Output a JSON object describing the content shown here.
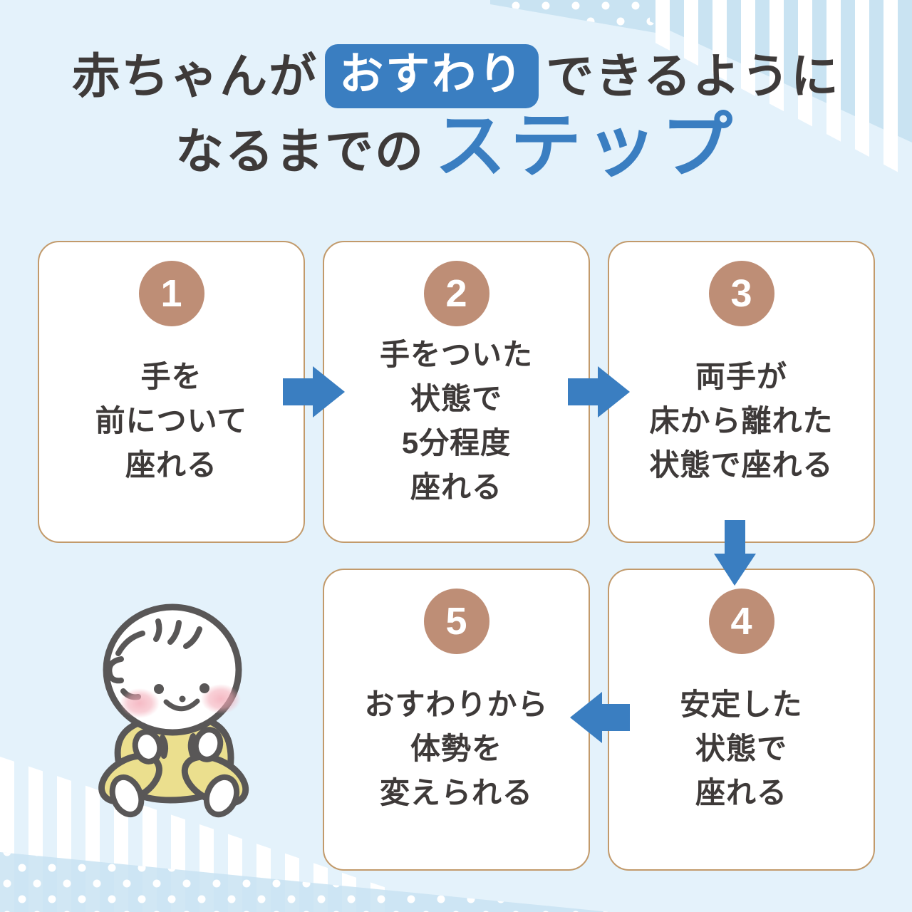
{
  "title": {
    "line1_prefix": "赤ちゃんが",
    "badge": "おすわり",
    "line1_suffix": "できるように",
    "line2_prefix": "なるまでの",
    "line2_highlight": "ステップ"
  },
  "steps": [
    {
      "number": "1",
      "lines": [
        "手を",
        "前について",
        "座れる"
      ]
    },
    {
      "number": "2",
      "lines": [
        "手をついた",
        "状態で",
        "5分程度",
        "座れる"
      ]
    },
    {
      "number": "3",
      "lines": [
        "両手が",
        "床から離れた",
        "状態で座れる"
      ]
    },
    {
      "number": "4",
      "lines": [
        "安定した",
        "状態で",
        "座れる"
      ]
    },
    {
      "number": "5",
      "lines": [
        "おすわりから",
        "体勢を",
        "変えられる"
      ]
    }
  ],
  "colors": {
    "background": "#E4F2FB",
    "accent_blue": "#3A7EC1",
    "text_dark": "#3E3A39",
    "card_border": "#C29A6B",
    "step_circle": "#BE8E76",
    "stripe_blue": "#C9E3F2",
    "baby_outline": "#595757",
    "baby_suit": "#EBDF8E",
    "baby_cheek": "#F3A9B6"
  }
}
